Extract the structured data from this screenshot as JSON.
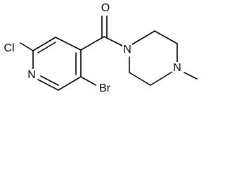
{
  "structure": {
    "atoms": {
      "oxygen": "O",
      "chlorine": "Cl",
      "pyridine_nitrogen": "N",
      "bromine": "Br",
      "piperazine_nitrogen_1": "N",
      "piperazine_nitrogen_4": "N"
    },
    "colors": {
      "bond": "#000000",
      "text": "#000000",
      "background": "#ffffff"
    }
  }
}
